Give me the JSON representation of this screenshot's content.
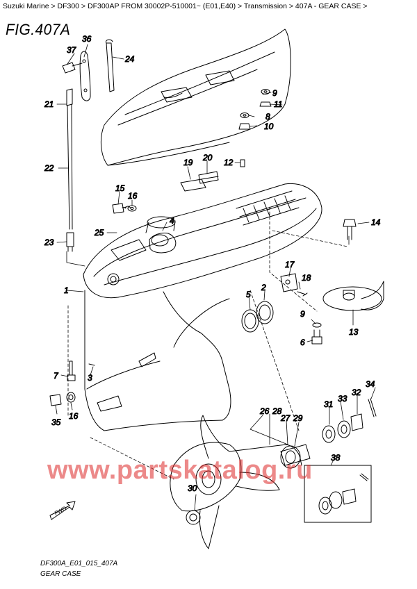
{
  "breadcrumb": {
    "items": [
      "Suzuki Marine",
      "DF300",
      "DF300AP FROM 30002P-510001~ (E01,E40)",
      "Transmission",
      "407A - GEAR CASE"
    ],
    "separator": " > "
  },
  "figure": {
    "title": "FIG.407A",
    "code": "DF300A_E01_015_407A",
    "caption": "GEAR CASE"
  },
  "watermark": "www.partskatalog.ru",
  "colors": {
    "line": "#000000",
    "watermark": "#dc2828"
  },
  "callouts": [
    {
      "n": "1"
    },
    {
      "n": "2"
    },
    {
      "n": "3"
    },
    {
      "n": "4"
    },
    {
      "n": "5"
    },
    {
      "n": "6"
    },
    {
      "n": "7"
    },
    {
      "n": "8"
    },
    {
      "n": "9"
    },
    {
      "n": "9"
    },
    {
      "n": "10"
    },
    {
      "n": "11"
    },
    {
      "n": "12"
    },
    {
      "n": "13"
    },
    {
      "n": "14"
    },
    {
      "n": "15"
    },
    {
      "n": "16"
    },
    {
      "n": "16"
    },
    {
      "n": "17"
    },
    {
      "n": "18"
    },
    {
      "n": "19"
    },
    {
      "n": "20"
    },
    {
      "n": "21"
    },
    {
      "n": "22"
    },
    {
      "n": "23"
    },
    {
      "n": "24"
    },
    {
      "n": "25"
    },
    {
      "n": "26"
    },
    {
      "n": "27"
    },
    {
      "n": "28"
    },
    {
      "n": "29"
    },
    {
      "n": "30"
    },
    {
      "n": "31"
    },
    {
      "n": "32"
    },
    {
      "n": "33"
    },
    {
      "n": "34"
    },
    {
      "n": "35"
    },
    {
      "n": "36"
    },
    {
      "n": "37"
    },
    {
      "n": "38"
    }
  ],
  "fwd_arrow": {
    "label": "FWD"
  }
}
